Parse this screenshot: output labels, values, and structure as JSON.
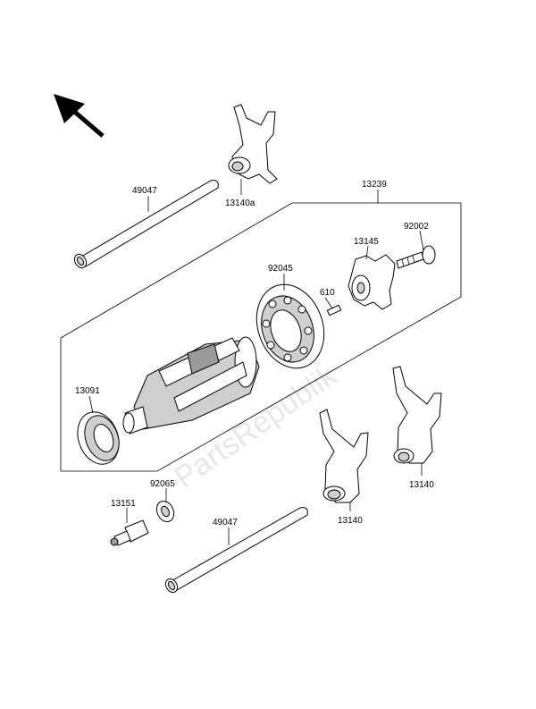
{
  "labels": {
    "shaft_upper": "49047",
    "fork_upper": "13140a",
    "drum_assy": "13239",
    "bolt": "92002",
    "pin_star": "13145",
    "bearing": "92045",
    "pin": "610",
    "drum_bearing": "13091",
    "washer": "92065",
    "switch": "13151",
    "shaft_lower": "49047",
    "fork_mid": "13140",
    "fork_right": "13140"
  },
  "watermark": "PartsRepublik"
}
